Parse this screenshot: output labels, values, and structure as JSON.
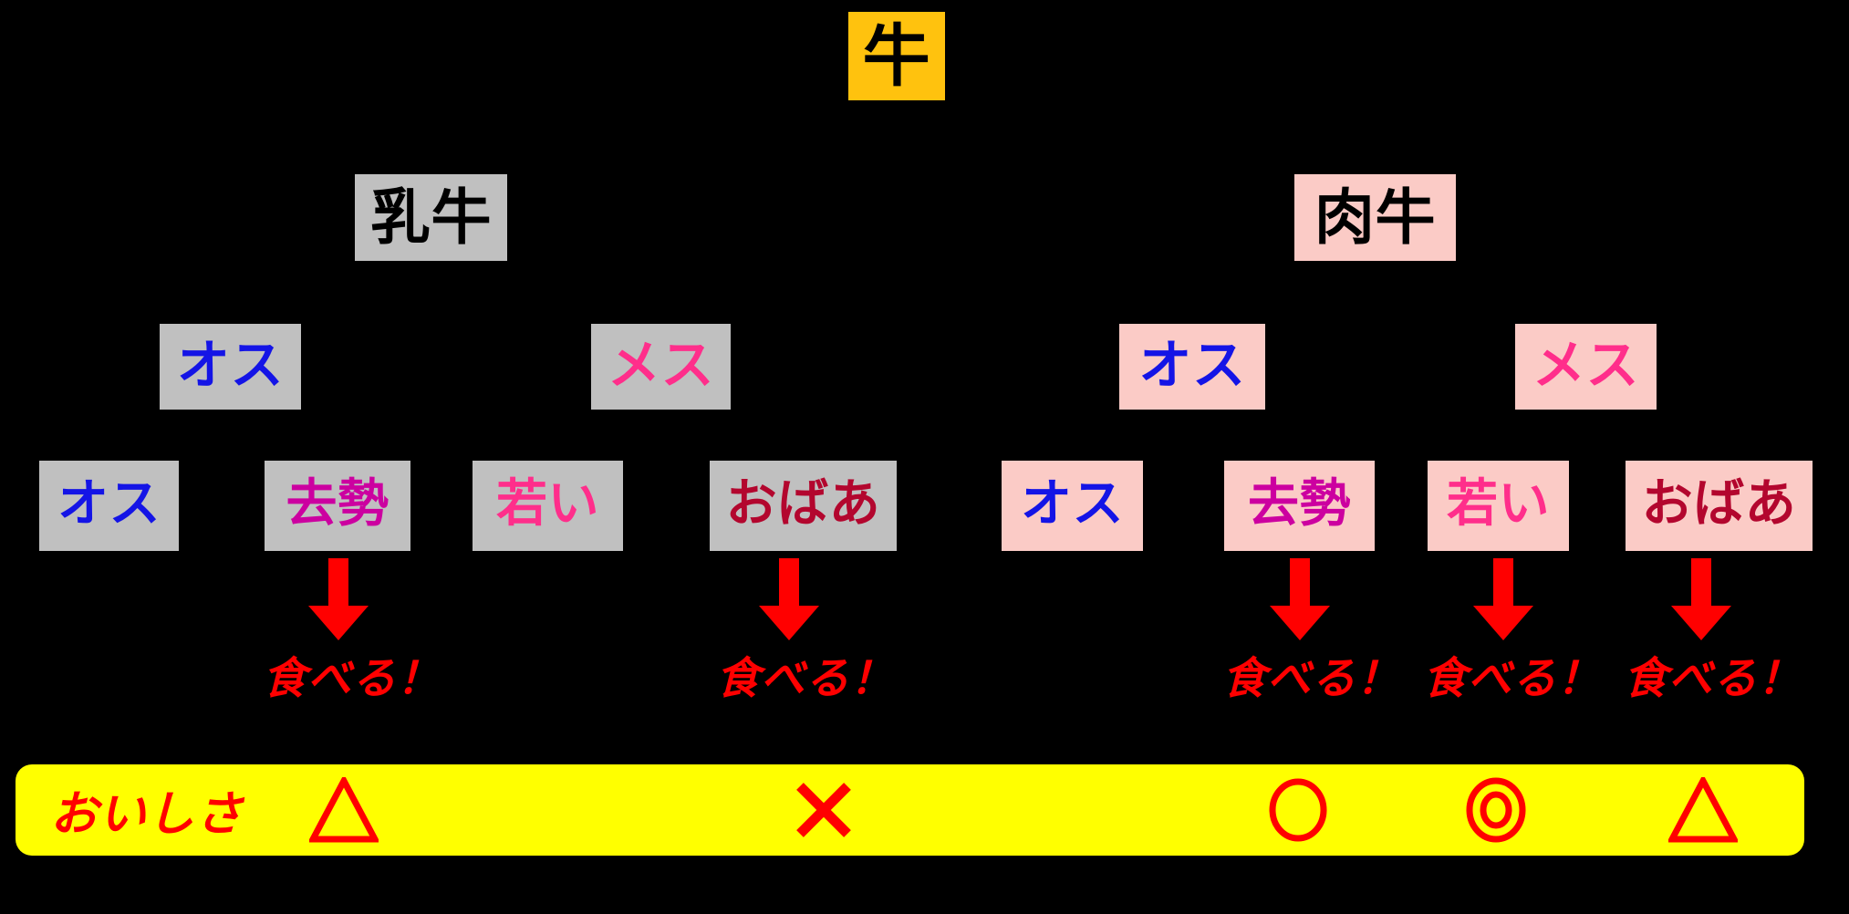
{
  "diagram": {
    "title": "牛",
    "title_bg": "#FFC20E",
    "background": "#000000",
    "dairy_bg": "#C0C0C0",
    "beef_bg": "#FBCBC6",
    "arrow_color": "#FF0000",
    "bar_bg": "#FFFF00",
    "bar_text_color": "#FF0000"
  },
  "level2": {
    "dairy": "乳牛",
    "beef": "肉牛"
  },
  "level3": {
    "dairy_male": "オス",
    "dairy_female": "メス",
    "beef_male": "オス",
    "beef_female": "メス"
  },
  "level4": {
    "dairy": [
      {
        "label": "オス",
        "color": "#1414E6"
      },
      {
        "label": "去勢",
        "color": "#CC00A0"
      },
      {
        "label": "若い",
        "color": "#FF2E8B"
      },
      {
        "label": "おばあ",
        "color": "#B3062E"
      }
    ],
    "beef": [
      {
        "label": "オス",
        "color": "#1414E6"
      },
      {
        "label": "去勢",
        "color": "#CC00A0"
      },
      {
        "label": "若い",
        "color": "#FF2E8B"
      },
      {
        "label": "おばあ",
        "color": "#B3062E"
      }
    ]
  },
  "eat_labels": {
    "dairy_castrated": "食べる！",
    "dairy_old": "食べる！",
    "beef_castrated": "食べる！",
    "beef_young": "食べる！",
    "beef_old": "食べる！"
  },
  "tasty_bar": {
    "label": "おいしさ",
    "ratings": [
      {
        "for": "乳牛 去勢",
        "symbol": "△",
        "name": "triangle"
      },
      {
        "for": "乳牛 おばあ",
        "symbol": "×",
        "name": "cross"
      },
      {
        "for": "肉牛 去勢",
        "symbol": "○",
        "name": "circle"
      },
      {
        "for": "肉牛 若い",
        "symbol": "◎",
        "name": "double-circle"
      },
      {
        "for": "肉牛 おばあ",
        "symbol": "△",
        "name": "triangle"
      }
    ]
  }
}
